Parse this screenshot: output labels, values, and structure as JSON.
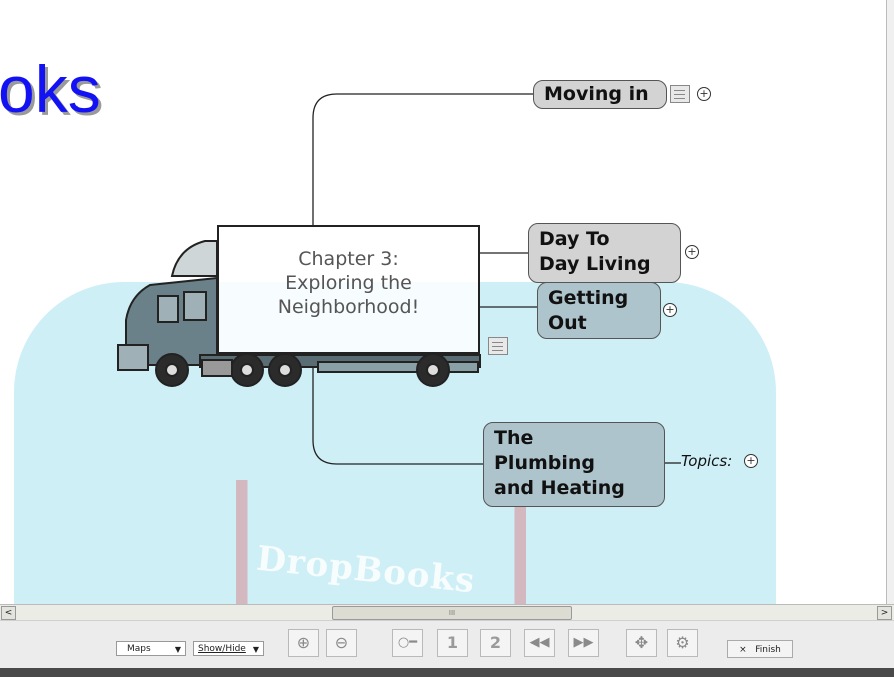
{
  "title_fragment": "oks",
  "watermark_text": "DropBooks",
  "central_topic": {
    "line1": "Chapter 3:",
    "line2": "Exploring the",
    "line3": "Neighborhood!"
  },
  "topics": [
    {
      "lines": [
        "Moving in"
      ]
    },
    {
      "lines": [
        "Day To",
        "Day Living"
      ]
    },
    {
      "lines": [
        "Getting",
        "Out"
      ]
    },
    {
      "lines": [
        "The",
        "Plumbing",
        "and Heating"
      ]
    }
  ],
  "topics_label": "Topics:",
  "expand_symbol": "+",
  "scrollbar": {
    "thumb_grip": "III",
    "left_arrow": "<",
    "right_arrow": ">"
  },
  "toolbar": {
    "maps_label": "Maps",
    "showhide_label": "Show/Hide",
    "zoom_in_icon": "zoom-in-icon",
    "zoom_out_icon": "zoom-out-icon",
    "page1": "1",
    "page2": "2",
    "finish_label": "Finish",
    "finish_prefix": "×"
  },
  "colors": {
    "title": "#1212f5",
    "topic_grey": "#d3d3d3",
    "topic_blue": "#aec4cc",
    "watermark": "#bfe9f4"
  }
}
